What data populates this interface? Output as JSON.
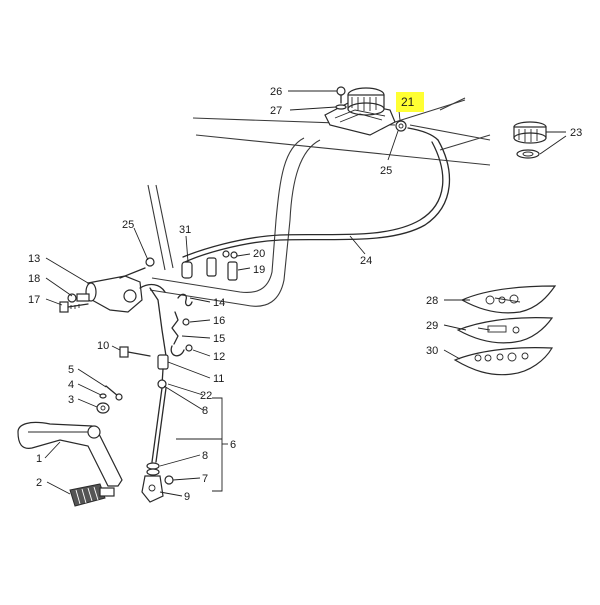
{
  "highlight_color": "#ffff33",
  "labels": {
    "l1": "1",
    "l2": "2",
    "l3": "3",
    "l4": "4",
    "l5": "5",
    "l6": "6",
    "l7": "7",
    "l8a": "8",
    "l8b": "8",
    "l9": "9",
    "l10": "10",
    "l11": "11",
    "l12": "12",
    "l13": "13",
    "l14": "14",
    "l15": "15",
    "l16": "16",
    "l17": "17",
    "l18": "18",
    "l19": "19",
    "l20": "20",
    "l21": "21",
    "l22": "22",
    "l23": "23",
    "l24": "24",
    "l25a": "25",
    "l25b": "25",
    "l26": "26",
    "l27": "27",
    "l28": "28",
    "l29": "29",
    "l30": "30",
    "l31": "31"
  }
}
